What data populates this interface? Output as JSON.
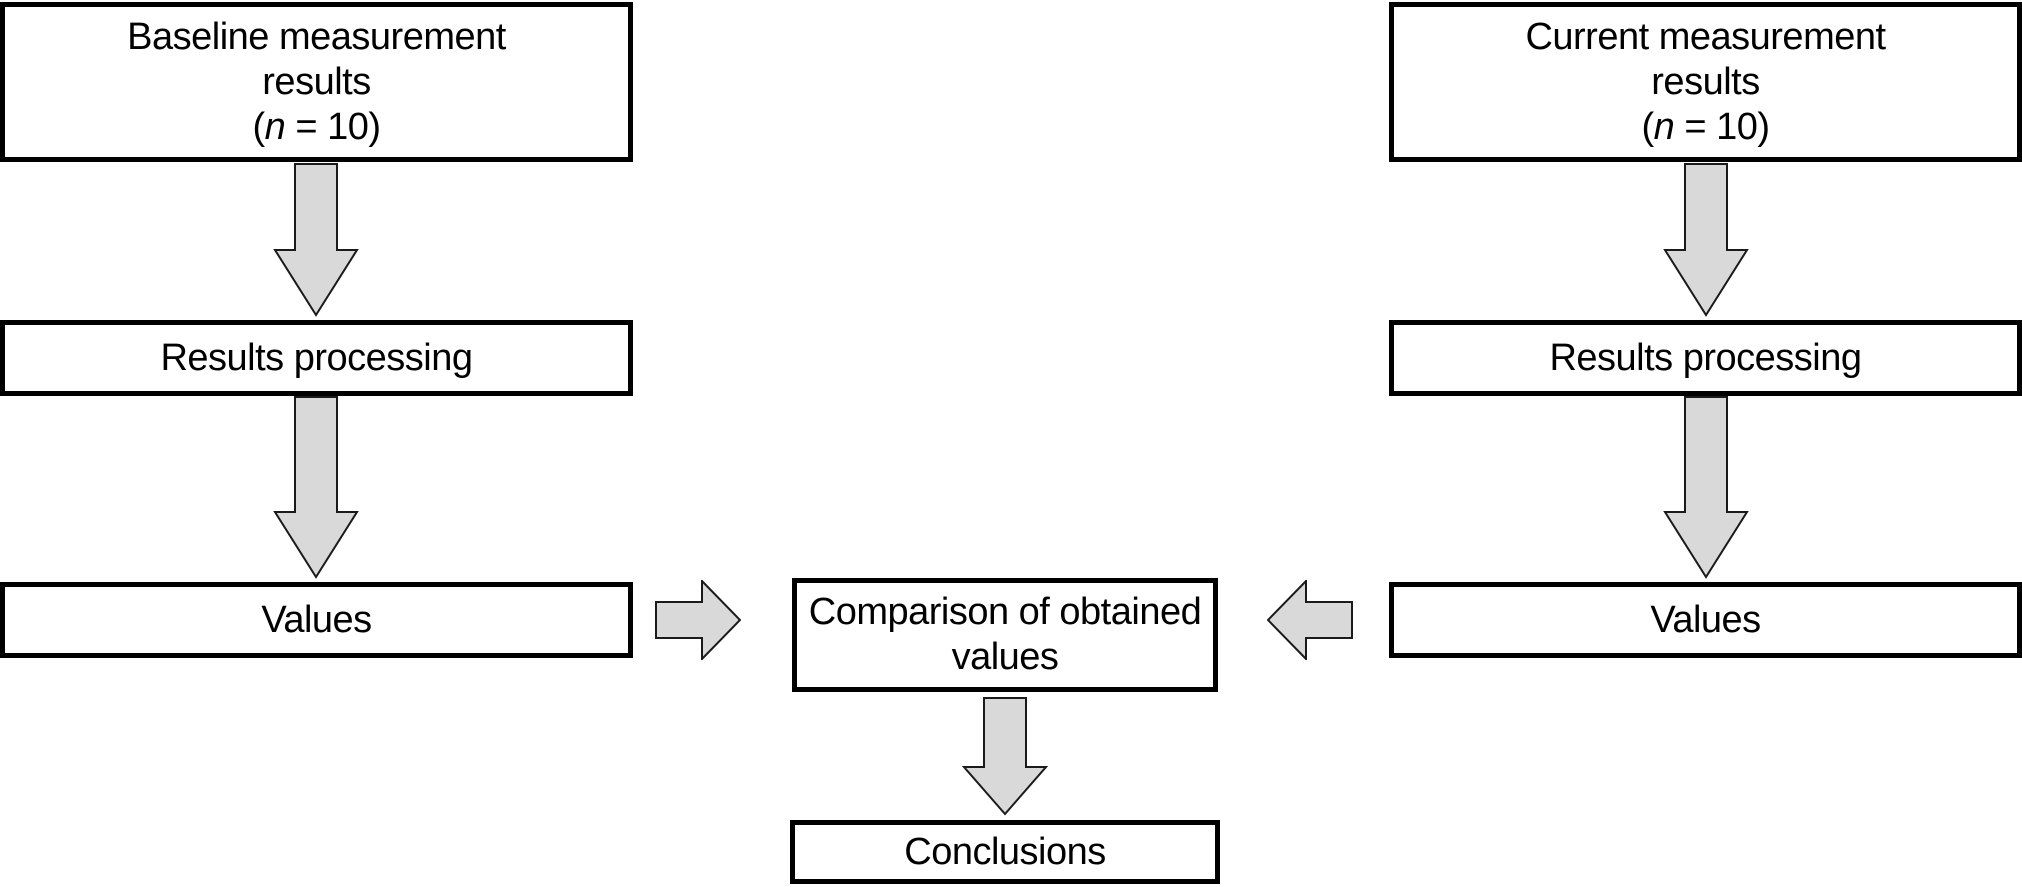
{
  "diagram": {
    "left_column": {
      "box1": {
        "line1": "Baseline measurement",
        "line2": "results",
        "line3_open": "(",
        "line3_var": "n",
        "line3_rest": " = 10)"
      },
      "box2": {
        "label": "Results processing"
      },
      "box3": {
        "label": "Values"
      }
    },
    "right_column": {
      "box1": {
        "line1": "Current measurement",
        "line2": "results",
        "line3_open": "(",
        "line3_var": "n",
        "line3_rest": " = 10)"
      },
      "box2": {
        "label": "Results processing"
      },
      "box3": {
        "label": "Values"
      }
    },
    "center": {
      "comparison": {
        "line1": "Comparison of obtained",
        "line2": "values"
      },
      "conclusions": {
        "label": "Conclusions"
      }
    },
    "colors": {
      "arrow_fill": "#d9d9d9",
      "arrow_stroke": "#1a1a1a",
      "box_border": "#000000",
      "box_fill": "#ffffff",
      "background": "#ffffff"
    }
  }
}
